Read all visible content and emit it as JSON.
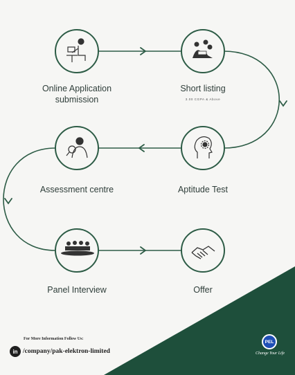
{
  "steps": [
    {
      "label": "Online Application\nsubmission",
      "sub": "",
      "icon": "desk-person-icon"
    },
    {
      "label": "Short listing",
      "sub": "3.00 CGPA & Above",
      "icon": "group-discussion-icon"
    },
    {
      "label": "Aptitude Test",
      "sub": "",
      "icon": "head-gear-icon"
    },
    {
      "label": "Assessment centre",
      "sub": "",
      "icon": "person-magnifier-icon"
    },
    {
      "label": "Panel Interview",
      "sub": "",
      "icon": "panel-table-icon"
    },
    {
      "label": "Offer",
      "sub": "",
      "icon": "handshake-icon"
    }
  ],
  "footer": {
    "note": "For More Information Follow Us:",
    "linkedin_icon_text": "in",
    "linkedin_path": "/company/pak-elektron-limited"
  },
  "brand": {
    "logo_text": "PEL",
    "tagline": "Change Your Life",
    "accent": "#1e4f3b",
    "line_color": "#2d5c46"
  }
}
